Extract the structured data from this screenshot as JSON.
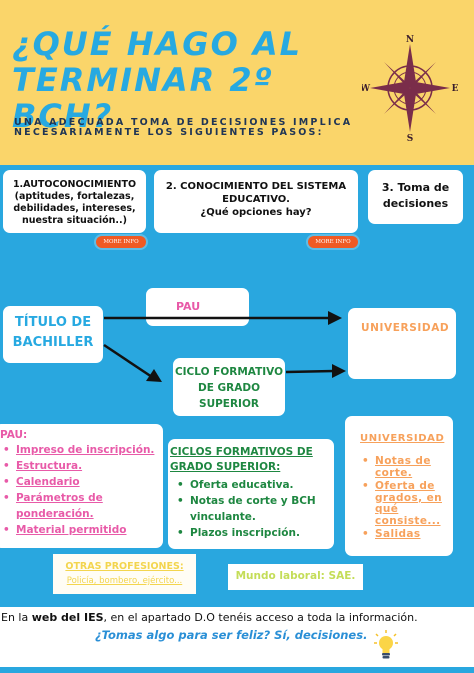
{
  "header": {
    "title_line1": "¿Qué hago al",
    "title_line2": "terminar 2º BCH?",
    "subtitle_line1": "UNA ADECUADA TOMA DE DECISIONES IMPLICA",
    "subtitle_line2": "NECESARIAMENTE LOS SIGUIENTES PASOS:",
    "compass": {
      "n": "N",
      "s": "S",
      "e": "E",
      "w": "W"
    }
  },
  "steps": [
    {
      "lines": [
        "1.AUTOCONOCIMIENTO",
        "(aptitudes, fortalezas,",
        "debilidades, intereses,",
        "nuestra situación..)"
      ],
      "button": "MORE INFO"
    },
    {
      "lines": [
        "2. CONOCIMIENTO DEL SISTEMA",
        "EDUCATIVO.",
        "¿Qué opciones hay?"
      ],
      "button": "MORE INFO"
    },
    {
      "lines": [
        "3. Toma de",
        "decisiones"
      ]
    }
  ],
  "flow": {
    "start_line1": "TÍTULO DE",
    "start_line2": "BACHILLER",
    "pau": "PAU",
    "ciclo_line1": "CICLO FORMATIVO",
    "ciclo_line2": "DE GRADO",
    "ciclo_line3": "SUPERIOR",
    "universidad": "UNIVERSIDAD"
  },
  "pau_box": {
    "heading": "PAU:",
    "items": [
      "Impreso de inscripción.",
      "Estructura.",
      "Calendario",
      "Parámetros de",
      "ponderación.",
      "Material permitido"
    ]
  },
  "ciclos_box": {
    "heading_line1": "CICLOS FORMATIVOS DE",
    "heading_line2": "GRADO SUPERIOR:",
    "items": [
      "Oferta educativa.",
      "Notas de corte y BCH",
      "vinculante.",
      "Plazos inscripción."
    ]
  },
  "univ_box": {
    "heading": "UNIVERSIDAD",
    "items": [
      "Notas de",
      "corte.",
      "Oferta de",
      "grados, en",
      "qué",
      "consiste...",
      "Salidas"
    ]
  },
  "otras": {
    "heading": "OTRAS PROFESIONES:",
    "text": "Policía, bombero, ejército..."
  },
  "mundo_laboral": "Mundo laboral: SAE.",
  "footer": {
    "part1": "En la ",
    "part2": "web del IES",
    "part3": ", en el apartado D.O tenéis acceso a toda la información.",
    "line2": "¿Tomas algo para ser feliz? Sí, decisiones."
  },
  "colors": {
    "header_bg": "#fad56a",
    "page_bg": "#29a7df",
    "title": "#27a9e1",
    "pink": "#e85aa8",
    "green": "#1e8741",
    "orange": "#f7a15b",
    "button": "#ef5a24"
  }
}
